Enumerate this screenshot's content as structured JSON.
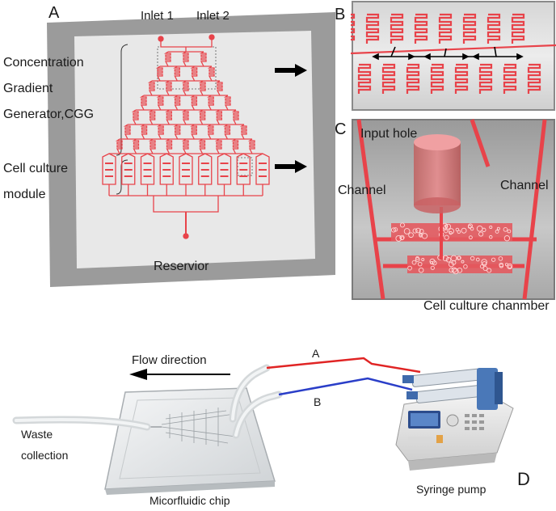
{
  "panels": {
    "a": {
      "letter": "A",
      "inlet1": "Inlet 1",
      "inlet2": "Inlet 2",
      "cgg_line1": "Concentration",
      "cgg_line2": "Gradient",
      "cgg_line3": "Generator,CGG",
      "ccm_line1": "Cell culture",
      "ccm_line2": "module",
      "reservoir": "Reservior"
    },
    "b": {
      "letter": "B"
    },
    "c": {
      "letter": "C",
      "input_hole": "Input hole",
      "channel_left": "Channel",
      "channel_right": "Channel",
      "chamber": "Cell culture chanmber"
    },
    "d": {
      "letter": "D",
      "flow_direction": "Flow direction",
      "tube_a": "A",
      "tube_b": "B",
      "waste_line1": "Waste",
      "waste_line2": "collection",
      "chip": "Micorfluidic chip",
      "pump": "Syringe pump"
    }
  },
  "colors": {
    "channel_red": "#e8434a",
    "chip_border": "#9a9a9a",
    "chip_face": "#e9e9e9",
    "tube_red": "#e02424",
    "tube_blue": "#2a3ec8"
  },
  "icons": [
    "arrow-right-icon",
    "arrow-left-icon",
    "syringe-pump-icon",
    "microfluidic-chip-icon"
  ]
}
